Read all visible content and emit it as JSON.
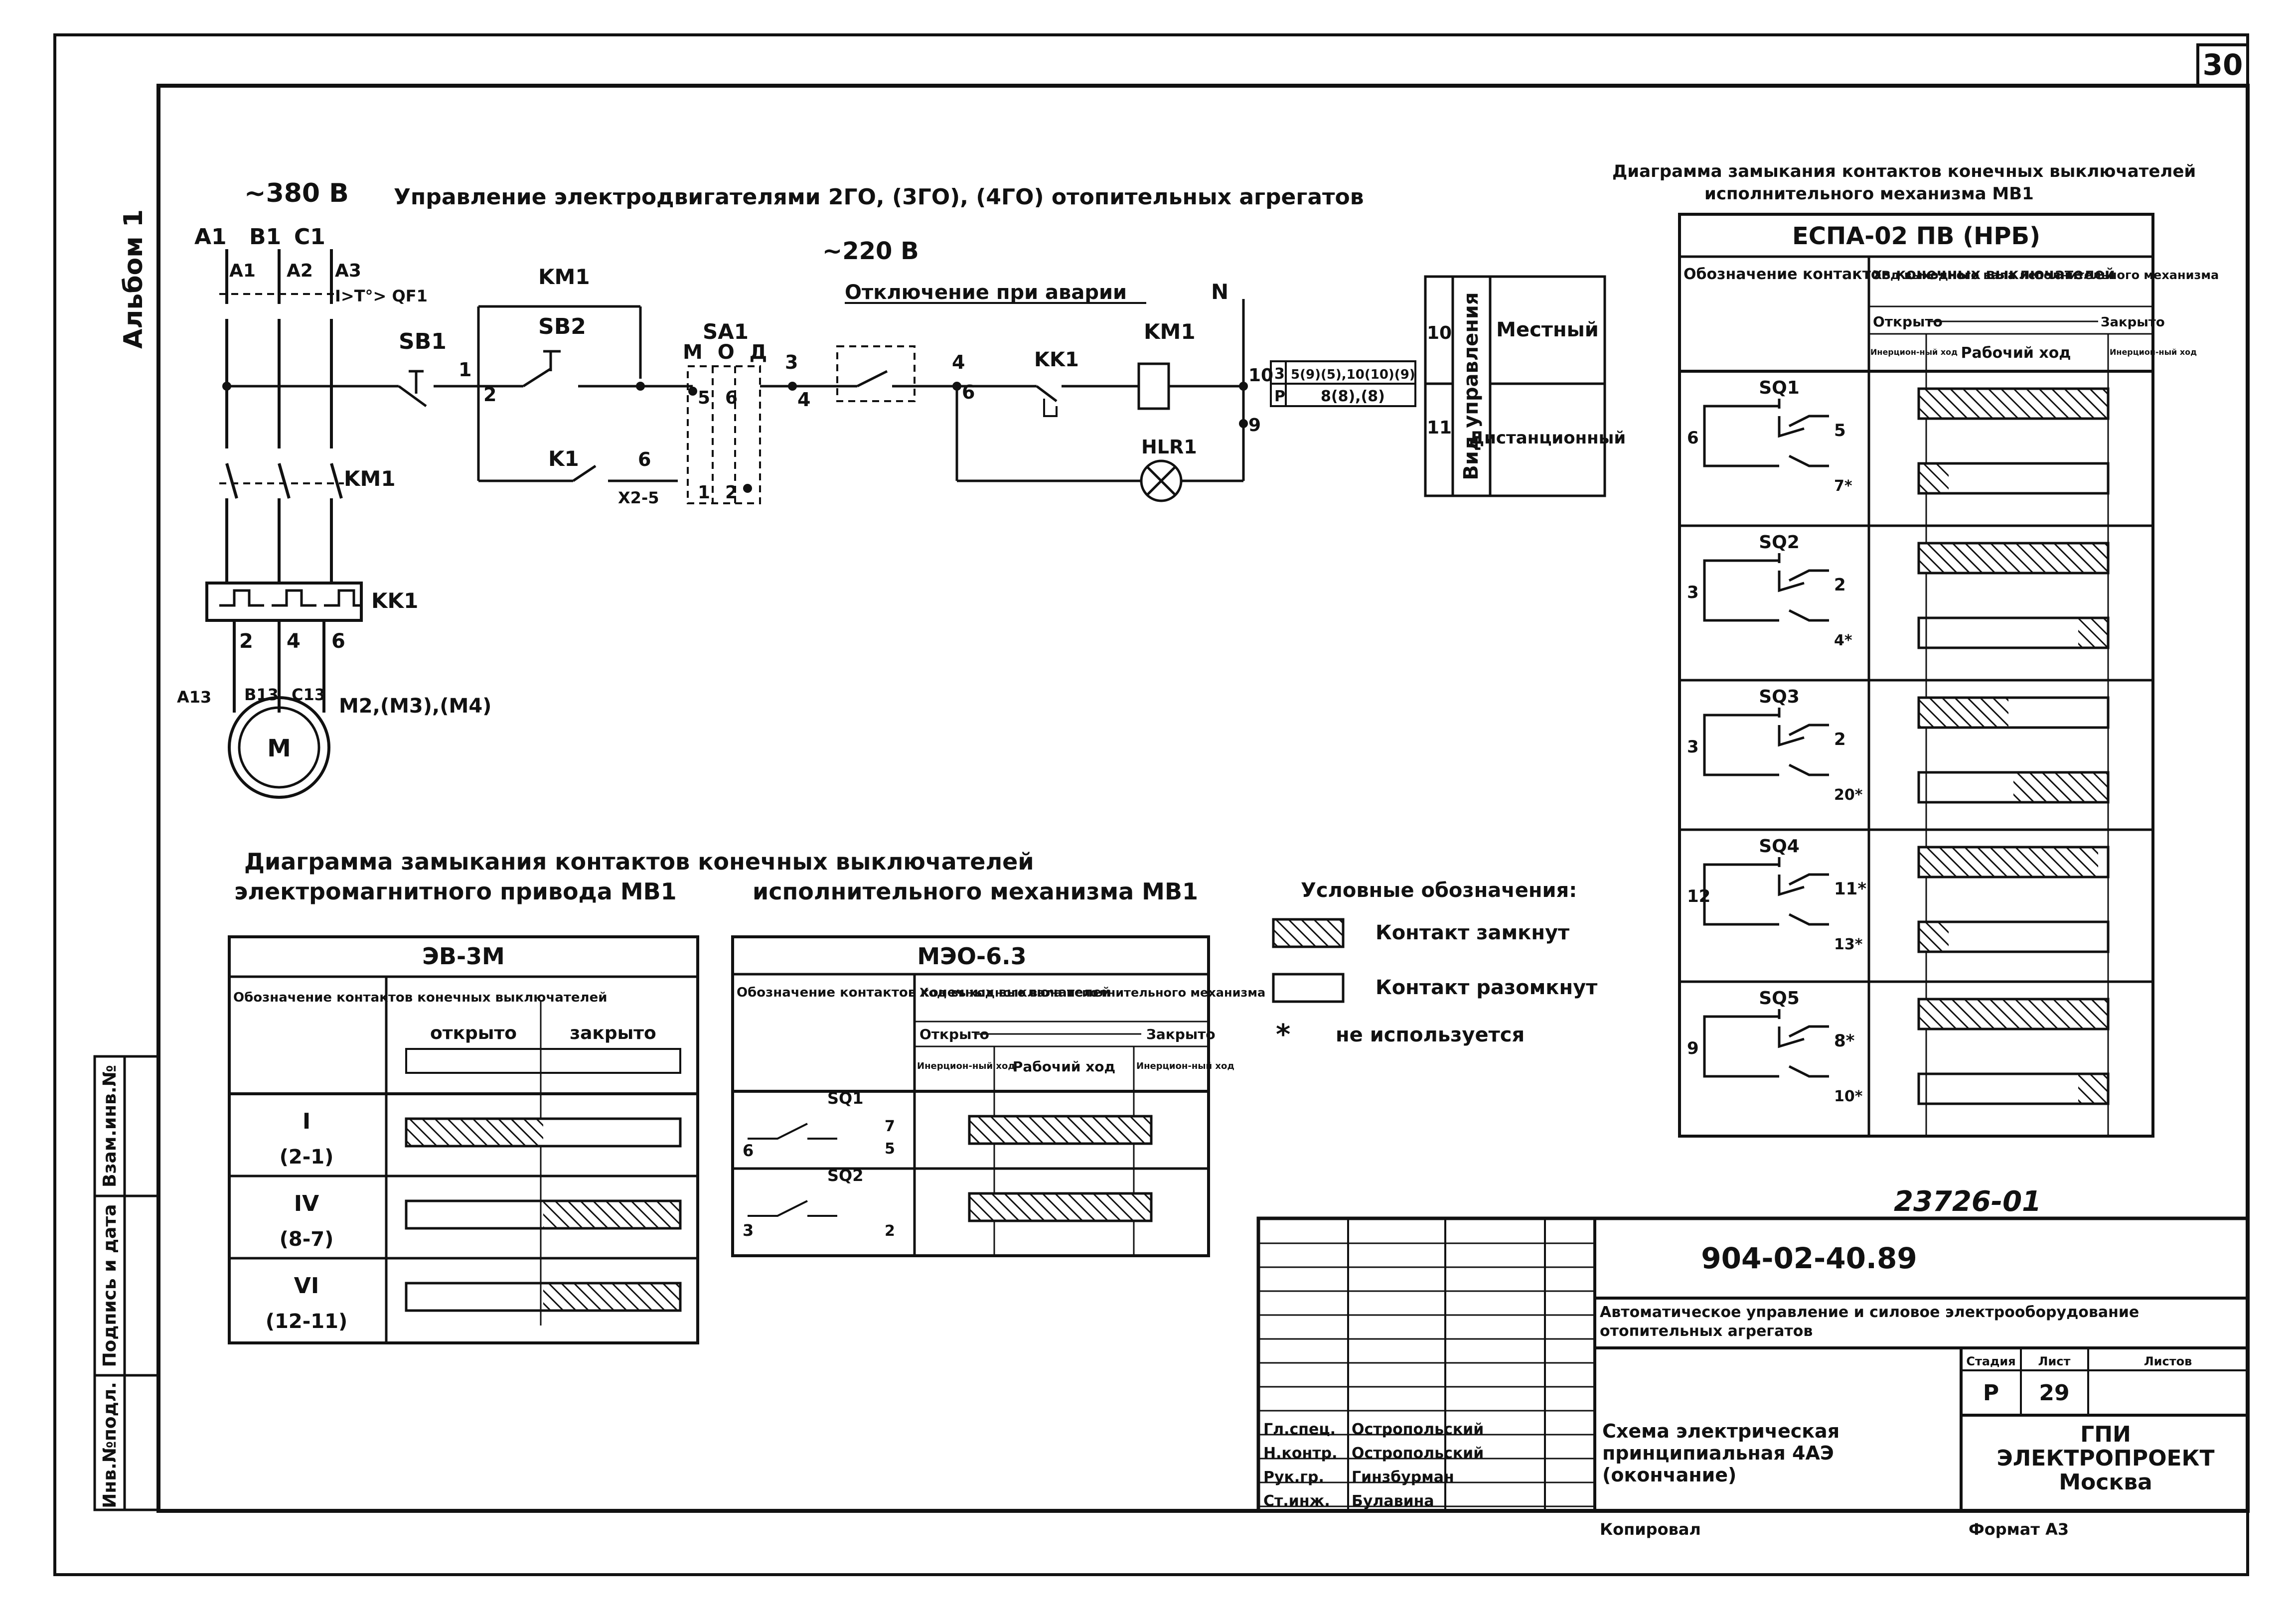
{
  "sheet": {
    "page_number": "30",
    "album_label": "Альбом 1"
  },
  "schematic": {
    "title": "Управление электродвигателями 2ГО, (3ГО), (4ГО) отопительных агрегатов",
    "voltage_main": "~380 В",
    "voltage_control": "~220 В",
    "phases_in": [
      "A1",
      "B1",
      "C1"
    ],
    "phases_qf": [
      "A1",
      "A2",
      "A3"
    ],
    "breaker_label": "I>T°> QF1",
    "sb1": "SB1",
    "sb2": "SB2",
    "km1": "KM1",
    "k1": "K1",
    "kk1": "KK1",
    "sa1": "SA1",
    "sa1_positions": "М О Д",
    "neutral": "N",
    "emergency": "Отключение при аварии",
    "hlr1": "HLR1",
    "motor": "M",
    "motor_tag": "M2,(M3),(M4)",
    "motor_terminals": [
      "A13",
      "B13",
      "C13"
    ],
    "kk1_terminals": [
      "2",
      "4",
      "6"
    ],
    "x2": "X2-5",
    "nodes": [
      "1",
      "2",
      "3",
      "4",
      "5",
      "6",
      "6",
      "6",
      "9",
      "10"
    ],
    "sa1_nodes": [
      "5",
      "6",
      "1",
      "2"
    ],
    "sa1_table": [
      [
        "3",
        "5(9)(5),10(10)(9)"
      ],
      [
        "Р",
        "8(8),(8)"
      ]
    ],
    "control_mode": {
      "header": "Вид управления",
      "rows": [
        {
          "num": "10",
          "label": "Местный"
        },
        {
          "num": "11",
          "label": "Дистанционный"
        }
      ]
    }
  },
  "diagram_em": {
    "title_line1": "Диаграмма замыкания контактов конечных выключателей",
    "title_line2": "электромагнитного привода МВ1",
    "device": "ЭВ-3М",
    "col_header": "Обозначение контактов конечных выключателей",
    "col_open": "открыто",
    "col_closed": "закрыто",
    "rows": [
      {
        "roman": "I",
        "pair": "(2-1)",
        "closed_at": "open"
      },
      {
        "roman": "IV",
        "pair": "(8-7)",
        "closed_at": "closed"
      },
      {
        "roman": "VI",
        "pair": "(12-11)",
        "closed_at": "closed"
      }
    ]
  },
  "diagram_mech": {
    "title": "исполнительного механизма МВ1",
    "device": "МЭО-6.3",
    "col_header": "Обозначение контактов конечных выключателей",
    "col_travel": "Ход выходного вала исполнительного механизма",
    "open": "Открыто",
    "closed": "Закрыто",
    "inertial": "Инерцион-ный ход",
    "working": "Рабочий ход",
    "rows": [
      {
        "name": "SQ1",
        "pins": [
          "6",
          "7",
          "5"
        ]
      },
      {
        "name": "SQ2",
        "pins": [
          "3",
          "2"
        ]
      }
    ]
  },
  "legend": {
    "title": "Условные обозначения:",
    "items": [
      {
        "symbol": "hatched",
        "label": "Контакт замкнут"
      },
      {
        "symbol": "empty",
        "label": "Контакт разомкнут"
      },
      {
        "symbol": "*",
        "label": "не используется"
      }
    ]
  },
  "diagram_right": {
    "title_line1": "Диаграмма замыкания контактов конечных выключателей",
    "title_line2": "исполнительного механизма МВ1",
    "device": "ЕСПА-02 ПВ (НРБ)",
    "col_header": "Обозначение контактов конечных выключателей",
    "col_travel": "Ход выходного вала исполнительного механизма",
    "open": "Открыто",
    "closed": "Закрыто",
    "inertial": "Инерцион-ный ход",
    "working": "Рабочий ход",
    "rows": [
      {
        "name": "SQ1",
        "left": "6",
        "pins": [
          "5",
          "7*"
        ]
      },
      {
        "name": "SQ2",
        "left": "3",
        "pins": [
          "2",
          "4*"
        ]
      },
      {
        "name": "SQ3",
        "left": "3",
        "pins": [
          "2",
          "20*"
        ]
      },
      {
        "name": "SQ4",
        "left": "12",
        "pins": [
          "11*",
          "13*"
        ]
      },
      {
        "name": "SQ5",
        "left": "9",
        "pins": [
          "8*",
          "10*"
        ]
      }
    ]
  },
  "title_block": {
    "archive_no": "23726-01",
    "doc_code": "904-02-40.89",
    "project": "Автоматическое управление и силовое электрооборудование отопительных агрегатов",
    "sheet_title": "Схема электрическая принципиальная 4АЭ (окончание)",
    "stage_h": "Стадия",
    "sheet_h": "Лист",
    "sheets_h": "Листов",
    "stage": "Р",
    "sheet": "29",
    "org": "ГПИ ЭЛЕКТРОПРОЕКТ Москва",
    "signatures": [
      {
        "role": "Гл.спец.",
        "name": "Остропольский"
      },
      {
        "role": "Н.контр.",
        "name": "Остропольский"
      },
      {
        "role": "Рук.гр.",
        "name": "Гинзбурман"
      },
      {
        "role": "Ст.инж.",
        "name": "Булавина"
      }
    ],
    "copied": "Копировал",
    "format": "Формат А3",
    "side_stamp": [
      "Инв.№подл.",
      "Подпись и дата",
      "Взам.инв.№"
    ]
  }
}
